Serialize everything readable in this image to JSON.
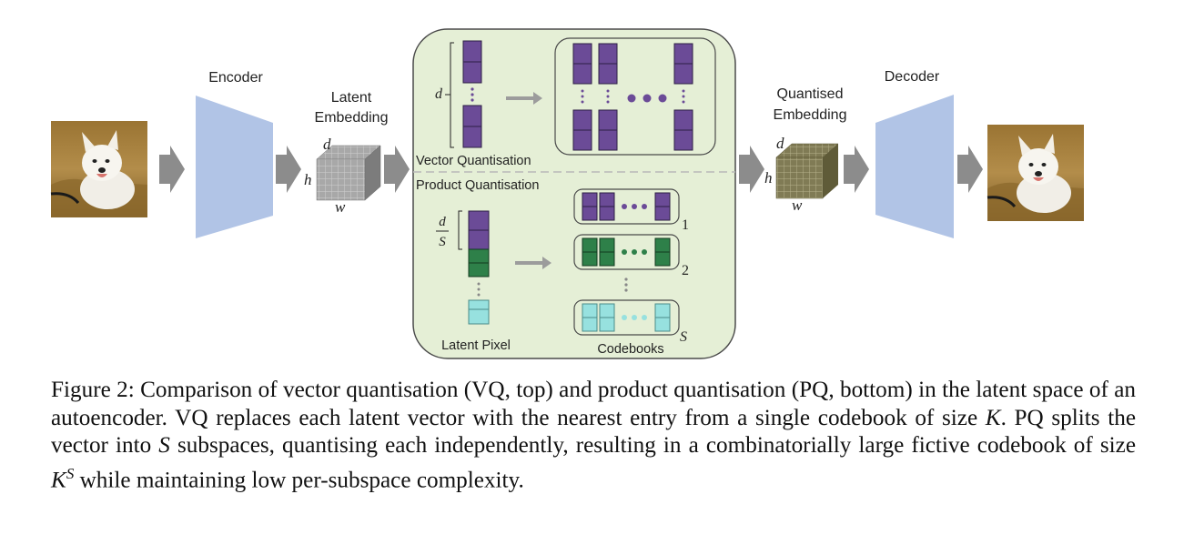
{
  "diagram": {
    "encoder_label": "Encoder",
    "decoder_label": "Decoder",
    "latent_label_line1": "Latent",
    "latent_label_line2": "Embedding",
    "quantised_label_line1": "Quantised",
    "quantised_label_line2": "Embedding",
    "dim_d": "d",
    "dim_h": "h",
    "dim_w": "w",
    "vq_label": "Vector Quantisation",
    "pq_label": "Product Quantisation",
    "latent_pixel_label": "Latent Pixel",
    "codebooks_label": "Codebooks",
    "frac_num": "d",
    "frac_den": "S",
    "codebook_index_1": "1",
    "codebook_index_2": "2",
    "codebook_index_S": "S",
    "colors": {
      "purple": "#6b4b97",
      "green": "#2e8049",
      "cyan": "#97e1df",
      "panel_fill": "#e5efd6",
      "trapezoid": "#b1c4e6",
      "arrow": "#8c8c8c",
      "latent_cube": "#a7a7a7",
      "quantised_cube": "#7f7a54"
    }
  },
  "caption": {
    "label": "Figure 2:",
    "text": "Comparison of vector quantisation (VQ, top) and product quantisation (PQ, bottom) in the latent space of an autoencoder. VQ replaces each latent vector with the nearest entry from a single codebook of size",
    "k": "K",
    "text2": ". PQ splits the vector into",
    "s": "S",
    "text3": "subspaces, quantising each independently, resulting in a combinatorially large fictive codebook of size",
    "ks_base": "K",
    "ks_exp": "S",
    "text4": "while maintaining low per-subspace complexity."
  }
}
